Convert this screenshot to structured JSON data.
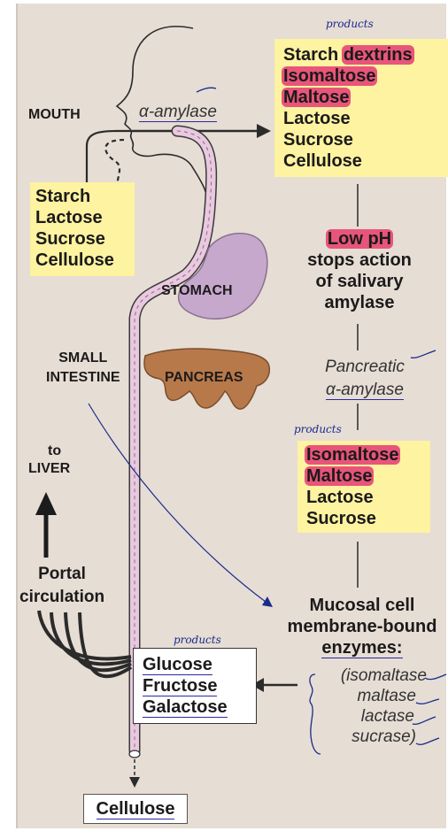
{
  "mouth": {
    "label": "MOUTH",
    "enzyme": "α-amylase",
    "intake": [
      "Starch",
      "Lactose",
      "Sucrose",
      "Cellulose"
    ],
    "products_note": "products",
    "products": [
      "Starch dextrins",
      "Isomaltose",
      "Maltose",
      "Lactose",
      "Sucrose",
      "Cellulose"
    ]
  },
  "stomach": {
    "label": "STOMACH",
    "note": [
      "Low pH",
      "stops action",
      "of salivary",
      "amylase"
    ]
  },
  "small_intestine": {
    "label": [
      "SMALL",
      "INTESTINE"
    ],
    "pancreas_label": "PANCREAS",
    "enzyme": [
      "Pancreatic",
      "α-amylase"
    ],
    "products_note": "products",
    "products": [
      "Isomaltose",
      "Maltose",
      "Lactose",
      "Sucrose"
    ]
  },
  "mucosal": {
    "title": [
      "Mucosal cell",
      "membrane-bound",
      "enzymes:"
    ],
    "enzymes": [
      "(isomaltase",
      "maltase",
      "lactase",
      "sucrase)"
    ]
  },
  "absorbed": {
    "products_note": "products",
    "sugars": [
      "Glucose",
      "Fructose",
      "Galactose"
    ]
  },
  "liver": {
    "to": "to",
    "liver": "LIVER",
    "portal": [
      "Portal",
      "circulation"
    ]
  },
  "excreted": {
    "label": "Cellulose"
  },
  "colors": {
    "background": "#e6ddd5",
    "tract": "#e9c9df",
    "stomach": "#c6a8cc",
    "pancreas": "#b8794a",
    "box_yellow": "#fdf3a0",
    "highlight": "#e8557a",
    "handwriting": "#1a2a8a"
  }
}
